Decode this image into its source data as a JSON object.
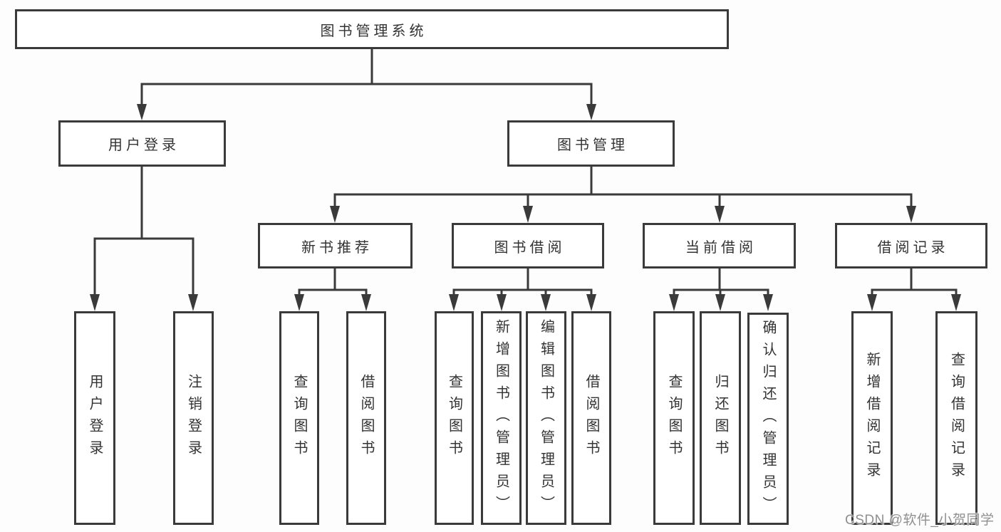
{
  "diagram_title": "图书管理系统",
  "nodes": {
    "root": "图书管理系统",
    "userLogin": "用户登录",
    "bookMgmt": "图书管理",
    "newBookRec": "新书推荐",
    "bookBorrow": "图书借阅",
    "currentBorrow": "当前借阅",
    "borrowRecord": "借阅记录",
    "leafUserLogin": "用户登录",
    "leafLogout": "注销登录",
    "recQuery": "查询图书",
    "recBorrow": "借阅图书",
    "bbQuery": "查询图书",
    "bbAdd": "新增图书（管理员）",
    "bbEdit": "编辑图书（管理员）",
    "bbBorrow": "借阅图书",
    "cbQuery": "查询图书",
    "cbReturn": "归还图书",
    "cbConfirm": "确认归还（管理员）",
    "brAdd": "新增借阅记录",
    "brQuery": "查询借阅记录"
  },
  "tree": {
    "label": "图书管理系统",
    "children": [
      {
        "label": "用户登录",
        "children": [
          {
            "label": "用户登录"
          },
          {
            "label": "注销登录"
          }
        ]
      },
      {
        "label": "图书管理",
        "children": [
          {
            "label": "新书推荐",
            "children": [
              {
                "label": "查询图书"
              },
              {
                "label": "借阅图书"
              }
            ]
          },
          {
            "label": "图书借阅",
            "children": [
              {
                "label": "查询图书"
              },
              {
                "label": "新增图书（管理员）"
              },
              {
                "label": "编辑图书（管理员）"
              },
              {
                "label": "借阅图书"
              }
            ]
          },
          {
            "label": "当前借阅",
            "children": [
              {
                "label": "查询图书"
              },
              {
                "label": "归还图书"
              },
              {
                "label": "确认归还（管理员）"
              }
            ]
          },
          {
            "label": "借阅记录",
            "children": [
              {
                "label": "新增借阅记录"
              },
              {
                "label": "查询借阅记录"
              }
            ]
          }
        ]
      }
    ]
  },
  "watermark": "CSDN @软件_小贺同学",
  "colors": {
    "line": "#3a3a3a",
    "box_border": "#3a3a3a",
    "text": "#333333",
    "watermark": "#8f8f8f",
    "background": "#fdfdfd",
    "box_background": "#ffffff"
  }
}
